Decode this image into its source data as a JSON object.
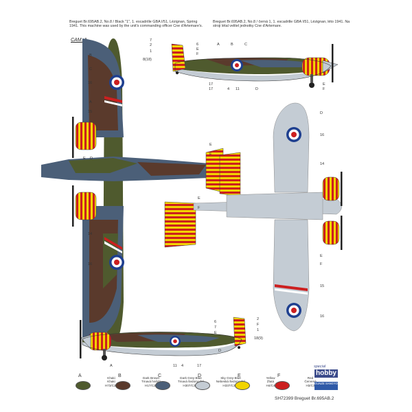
{
  "captions": {
    "left": "Breguet Br.695AB.2, No.8 / Black \"1\", 1. escadrille GBA I/51, Lézignan, Spring 1941. This machine was used by the unit's commanding officer Cne d'Artemare's.",
    "right": "Breguet Br.695AB.2, No.8 / černá 1, 1. escadrille GBA I/51, Lézignan, léto 1941. Na stroji létal velitel jednotky Cne d'Artemare."
  },
  "cam_label": "CAM. A",
  "callouts": {
    "top_side": [
      "7",
      "2",
      "1",
      "6",
      "E",
      "F",
      "8(18)",
      "A",
      "B",
      "C",
      "17",
      "17",
      "4",
      "11",
      "D",
      "E",
      "F"
    ],
    "top_view": [
      "B",
      "C",
      "16",
      "A",
      "15",
      "E",
      "D",
      "E",
      "F",
      "14",
      "16"
    ],
    "under_view": [
      "D",
      "16",
      "E",
      "F",
      "14",
      "E",
      "F",
      "15",
      "16"
    ],
    "bottom_side": [
      "6",
      "7",
      "E",
      "2",
      "F",
      "1",
      "18(9)",
      "A",
      "17",
      "11",
      "4",
      "D"
    ]
  },
  "legend": [
    {
      "letter": "A",
      "name_en": "Khaki",
      "name_cz": "Khaki",
      "code": "H73/C23",
      "color": "#4f5a2e"
    },
    {
      "letter": "B",
      "name_en": "Dark Brown",
      "name_cz": "Tmavá hnědá",
      "code": "H17/C29",
      "color": "#5a3a2c"
    },
    {
      "letter": "C",
      "name_en": "Dark Grey-Blue",
      "name_cz": "Tmavá šedomodrá",
      "code": "H307/C307",
      "color": "#4b5f78"
    },
    {
      "letter": "D",
      "name_en": "Sky Grey-Blue",
      "name_cz": "Nebeská šedomodrá",
      "code": "H337/C337",
      "color": "#c4ccd4"
    },
    {
      "letter": "E",
      "name_en": "Yellow",
      "name_cz": "Žlutá",
      "code": "H4/C4",
      "color": "#f2d400"
    },
    {
      "letter": "F",
      "name_en": "Red",
      "name_cz": "Červená",
      "code": "H3/C3",
      "color": "#cc1f1f"
    }
  ],
  "footer": "SH72399  Breguet Br.695AB.2",
  "logo": {
    "top": "special",
    "main": "hobby",
    "sub": "GUNZE SANGYO"
  },
  "colors": {
    "khaki": "#4f5a2e",
    "brown": "#5a3a2c",
    "greyblue": "#4b5f78",
    "sky": "#c4ccd4",
    "yellow": "#f2d400",
    "red": "#cc1f1f",
    "blue": "#1e3f8f"
  }
}
